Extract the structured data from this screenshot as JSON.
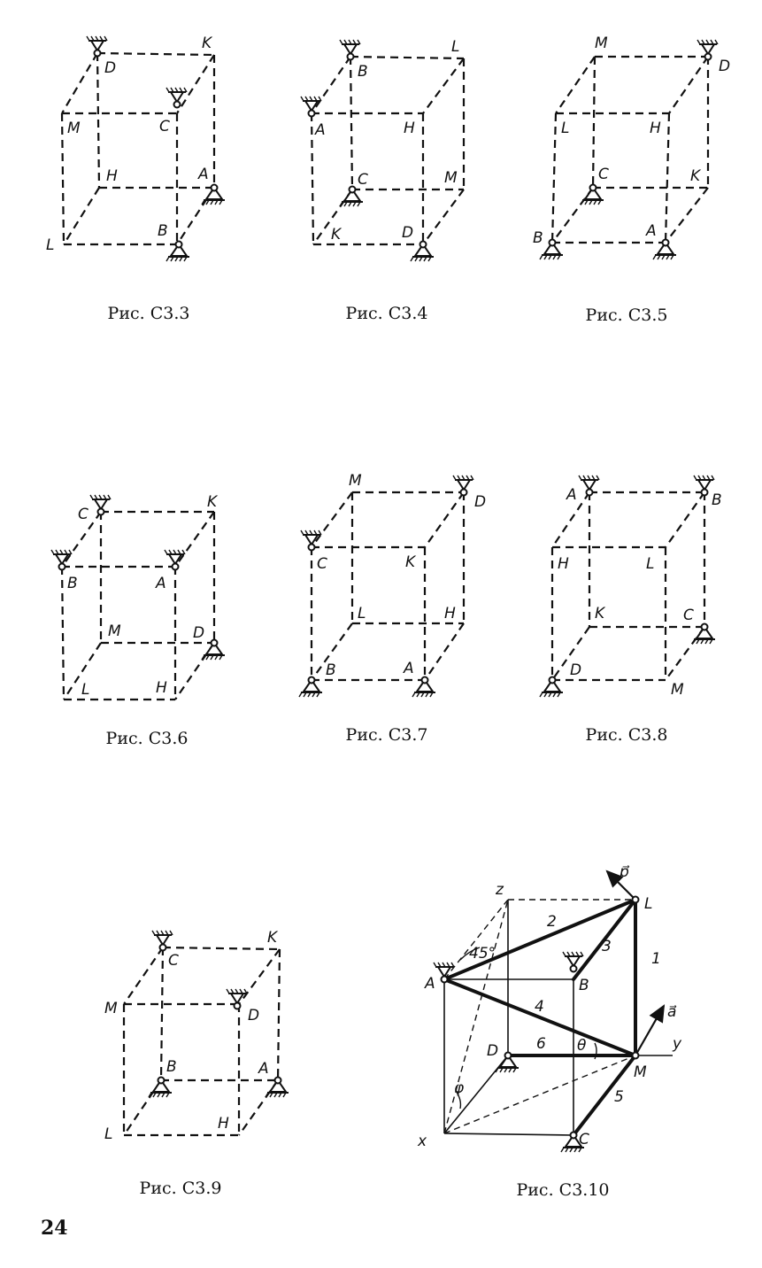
{
  "page_number": "24",
  "colors": {
    "ink": "#111111",
    "paper": "#ffffff"
  },
  "figures": [
    {
      "caption": "Рис. С3.3",
      "labels": {
        "D": "D",
        "K": "K",
        "M": "M",
        "C": "C",
        "H": "H",
        "A": "A",
        "L": "L",
        "B": "B"
      }
    },
    {
      "caption": "Рис. С3.4",
      "labels": {
        "B": "B",
        "L": "L",
        "A": "A",
        "H": "H",
        "C": "C",
        "M": "M",
        "K": "K",
        "D": "D"
      }
    },
    {
      "caption": "Рис. С3.5",
      "labels": {
        "M": "M",
        "D": "D",
        "L": "L",
        "H": "H",
        "C": "C",
        "K": "K",
        "B": "B",
        "A": "A"
      }
    },
    {
      "caption": "Рис. С3.6",
      "labels": {
        "C": "C",
        "K": "K",
        "B": "B",
        "A": "A",
        "M": "M",
        "D": "D",
        "L": "L",
        "H": "H"
      }
    },
    {
      "caption": "Рис. С3.7",
      "labels": {
        "M": "M",
        "D": "D",
        "C": "C",
        "K": "K",
        "L": "L",
        "H": "H",
        "B": "B",
        "A": "A"
      }
    },
    {
      "caption": "Рис. С3.8",
      "labels": {
        "A": "A",
        "B": "B",
        "H": "Н",
        "L": "L",
        "K": "K",
        "C": "C",
        "D": "D",
        "M": "M"
      }
    },
    {
      "caption": "Рис. С3.9",
      "labels": {
        "C": "C",
        "K": "K",
        "M": "M",
        "D": "D",
        "B": "B",
        "A": "A",
        "L": "L",
        "H": "H"
      }
    },
    {
      "caption": "Рис. С3.10",
      "labels": {
        "z": "z",
        "L": "L",
        "p": "p⃗",
        "A": "A",
        "B": "B",
        "a": "a⃗",
        "D": "D",
        "M": "M",
        "y": "y",
        "x": "x",
        "C": "C",
        "phi": "φ",
        "theta": "θ",
        "angle45": "45°",
        "rod1": "1",
        "rod2": "2",
        "rod3": "3",
        "rod4": "4",
        "rod5": "5",
        "rod6": "6"
      }
    }
  ]
}
